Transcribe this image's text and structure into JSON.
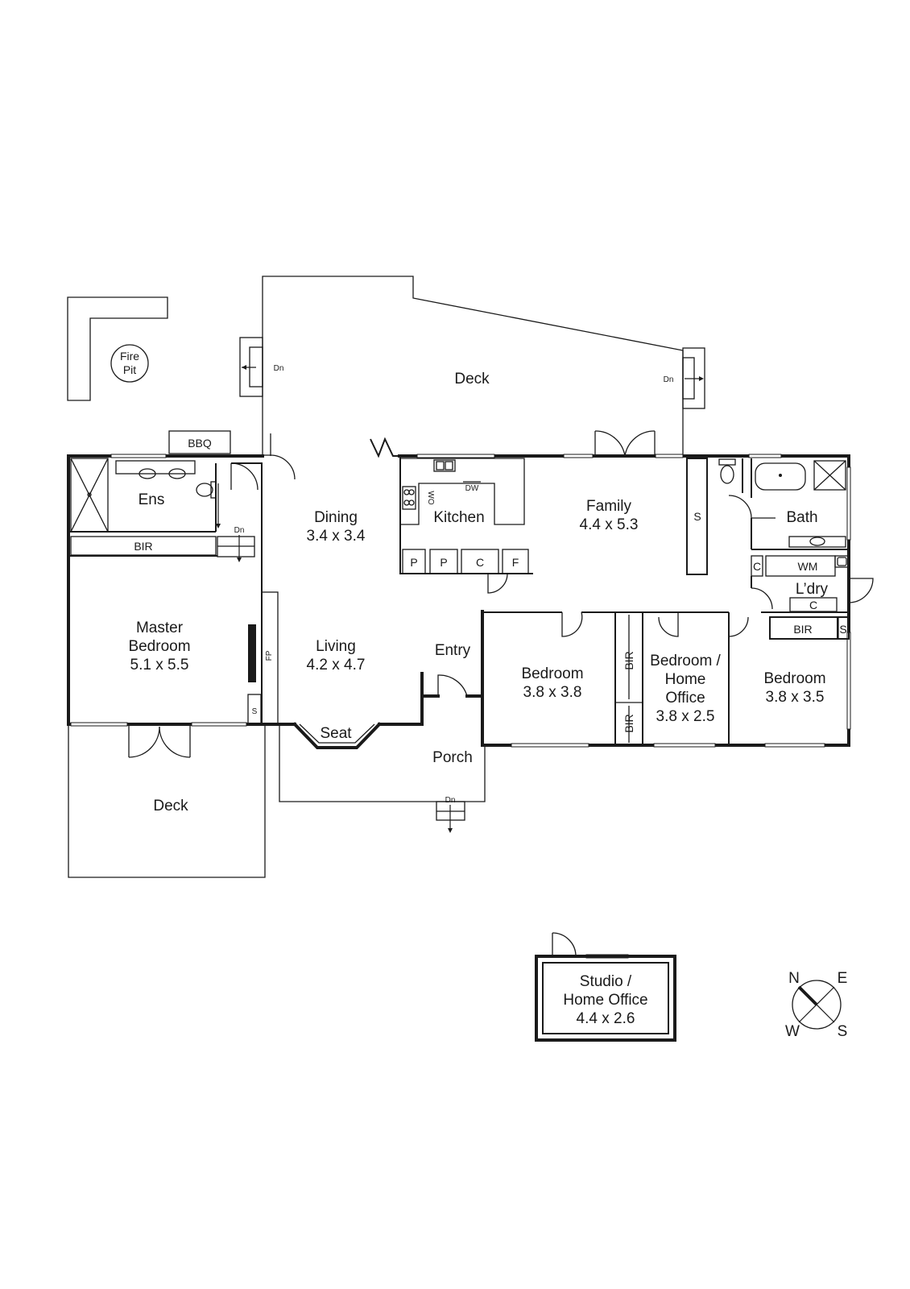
{
  "rooms": {
    "fire_pit": [
      "Fire",
      "Pit"
    ],
    "bbq": "BBQ",
    "deck_top": "Deck",
    "deck_bottom": "Deck",
    "ens": "Ens",
    "bir_master": "BIR",
    "master_bedroom": [
      "Master",
      "Bedroom",
      "5.1 x 5.5"
    ],
    "dining": [
      "Dining",
      "3.4 x 3.4"
    ],
    "living": [
      "Living",
      "4.2 x 4.7"
    ],
    "kitchen": "Kitchen",
    "family": [
      "Family",
      "4.4 x 5.3"
    ],
    "entry": "Entry",
    "seat": "Seat",
    "porch": "Porch",
    "bedroom1": [
      "Bedroom",
      "3.8 x 3.8"
    ],
    "bedroom_office": [
      "Bedroom /",
      "Home",
      "Office",
      "3.8 x 2.5"
    ],
    "bedroom3": [
      "Bedroom",
      "3.8 x 3.5"
    ],
    "bath": "Bath",
    "laundry": "L’dry",
    "wm": "WM",
    "bir_bedroom3": "BIR",
    "studio": [
      "Studio /",
      "Home Office",
      "4.4 x 2.6"
    ]
  },
  "fixtures": {
    "store_s": "S",
    "fireplace": "FP",
    "pantry_1": "P",
    "pantry_2": "P",
    "cupboard_kitchen": "C",
    "fridge": "F",
    "wall_oven": "WO",
    "dishwasher": "DW",
    "cupboard_ldry_1": "C",
    "cupboard_ldry_2": "C",
    "store_bir3": "S",
    "bir_a": "BIR",
    "bir_b": "BIR",
    "store_family": "S"
  },
  "stairs": {
    "down_label": "Dn"
  },
  "compass": {
    "n": "N",
    "e": "E",
    "s": "S",
    "w": "W"
  }
}
